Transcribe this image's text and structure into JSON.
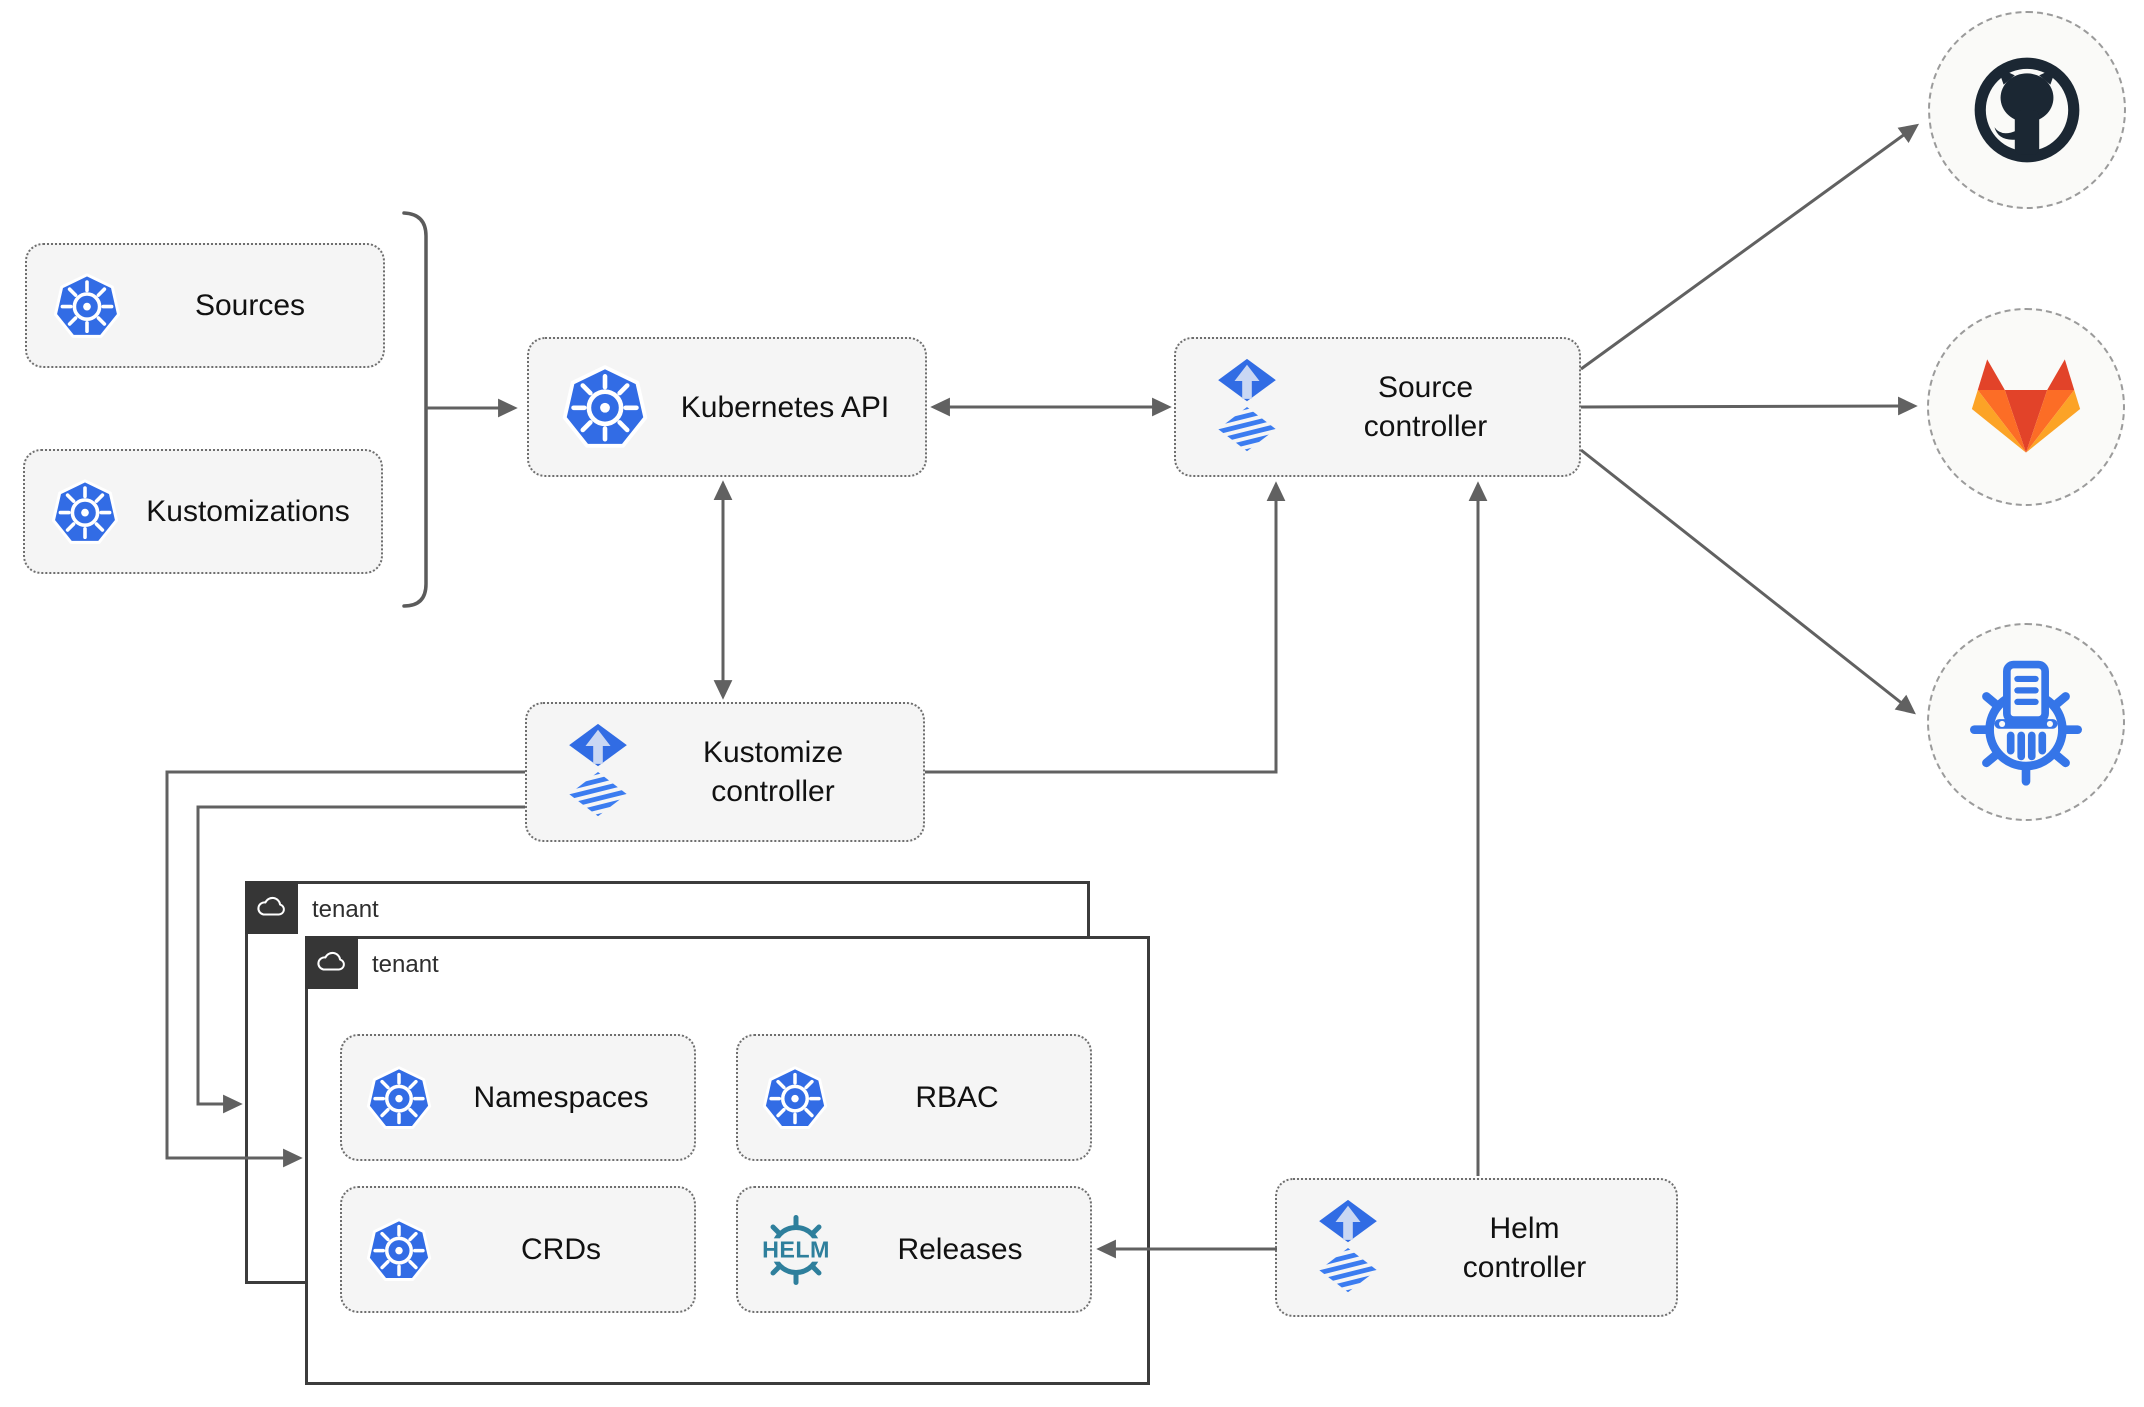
{
  "nodes": {
    "sources": {
      "label": "Sources"
    },
    "kustomizations": {
      "label": "Kustomizations"
    },
    "kubernetes_api": {
      "label": "Kubernetes API"
    },
    "source_controller": {
      "line1": "Source",
      "line2": "controller"
    },
    "kustomize_controller": {
      "line1": "Kustomize",
      "line2": "controller"
    },
    "helm_controller": {
      "line1": "Helm",
      "line2": "controller"
    },
    "namespaces": {
      "label": "Namespaces"
    },
    "rbac": {
      "label": "RBAC"
    },
    "crds": {
      "label": "CRDs"
    },
    "releases": {
      "label": "Releases",
      "logo_text": "HELM"
    }
  },
  "tenants": {
    "outer": {
      "label": "tenant"
    },
    "inner": {
      "label": "tenant"
    }
  },
  "external": {
    "github": {
      "icon": "github-icon"
    },
    "gitlab": {
      "icon": "gitlab-icon"
    },
    "chart_repository": {
      "icon": "chartmuseum-icon"
    }
  },
  "colors": {
    "kubernetes_blue": "#326ce5",
    "flux_blue": "#316ce4",
    "flux_arrow_light": "#c9d7f3",
    "helm_teal": "#2e7f9c",
    "chartmuseum_blue": "#3575e8",
    "github_dark": "#1b2733",
    "gitlab_red_orange": "#e24329",
    "gitlab_orange": "#fc6d26",
    "gitlab_light_orange": "#fca326",
    "line_gray": "#616161",
    "node_fill": "#f5f5f5",
    "tenant_border": "#3c3c3c",
    "tenant_tab": "#363636"
  }
}
